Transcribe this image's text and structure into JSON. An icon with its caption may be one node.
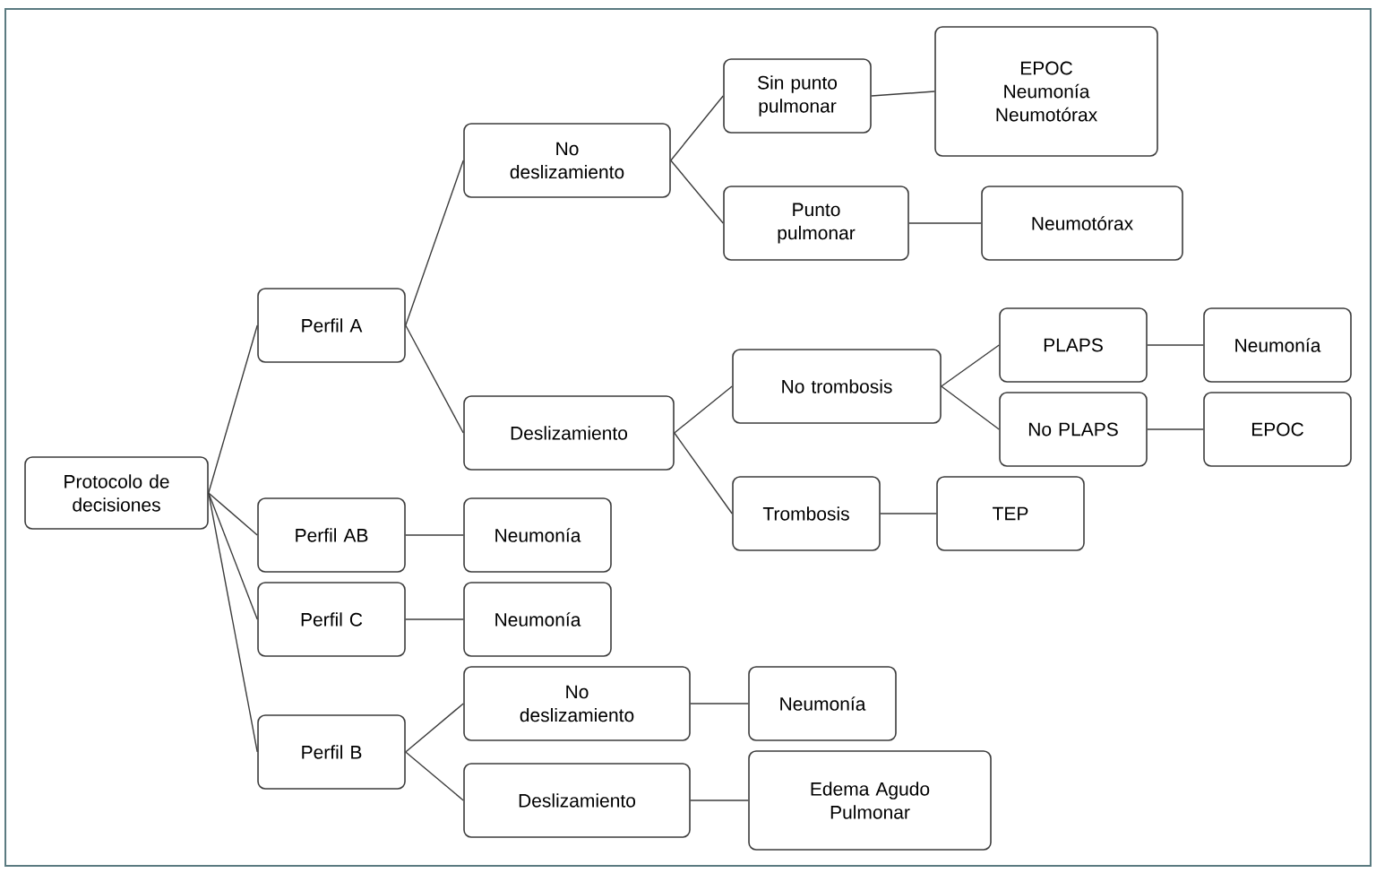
{
  "diagram": {
    "nodes": [
      {
        "text": [
          "Protocolo de decisiones"
        ]
      },
      {
        "text": [
          "Perfil A"
        ]
      },
      {
        "text": [
          "No deslizamiento"
        ]
      },
      {
        "text": [
          "Sin punto pulmonar"
        ]
      },
      {
        "text": [
          "EPOC",
          "Neumonía",
          "Neumotórax"
        ]
      },
      {
        "text": [
          "Punto pulmonar"
        ]
      },
      {
        "text": [
          "Neumotórax"
        ]
      },
      {
        "text": [
          "Deslizamiento"
        ]
      },
      {
        "text": [
          "No trombosis"
        ]
      },
      {
        "text": [
          "PLAPS"
        ]
      },
      {
        "text": [
          "Neumonía"
        ]
      },
      {
        "text": [
          "No PLAPS"
        ]
      },
      {
        "text": [
          "EPOC"
        ]
      },
      {
        "text": [
          "Trombosis"
        ]
      },
      {
        "text": [
          "TEP"
        ]
      },
      {
        "text": [
          "Perfil AB"
        ]
      },
      {
        "text": [
          "Neumonía"
        ]
      },
      {
        "text": [
          "Perfil C"
        ]
      },
      {
        "text": [
          "Neumonía"
        ]
      },
      {
        "text": [
          "Perfil B"
        ]
      },
      {
        "text": [
          "No deslizamiento"
        ]
      },
      {
        "text": [
          "Neumonía"
        ]
      },
      {
        "text": [
          "Deslizamiento"
        ]
      },
      {
        "text": [
          "Edema Agudo Pulmonar"
        ]
      }
    ],
    "edges": [
      {
        "from": 0,
        "to": 1,
        "arrow": "none"
      },
      {
        "from": 0,
        "to": 15,
        "arrow": "none"
      },
      {
        "from": 0,
        "to": 17,
        "arrow": "none"
      },
      {
        "from": 0,
        "to": 19,
        "arrow": "none"
      },
      {
        "from": 1,
        "to": 2,
        "arrow": "none"
      },
      {
        "from": 1,
        "to": 7,
        "arrow": "none"
      },
      {
        "from": 2,
        "to": 3,
        "arrow": "none"
      },
      {
        "from": 2,
        "to": 5,
        "arrow": "none"
      },
      {
        "from": 3,
        "to": 4,
        "arrow": "none"
      },
      {
        "from": 5,
        "to": 6,
        "arrow": "none"
      },
      {
        "from": 7,
        "to": 8,
        "arrow": "none"
      },
      {
        "from": 7,
        "to": 13,
        "arrow": "none"
      },
      {
        "from": 8,
        "to": 9,
        "arrow": "none"
      },
      {
        "from": 8,
        "to": 11,
        "arrow": "none"
      },
      {
        "from": 9,
        "to": 10,
        "arrow": "none"
      },
      {
        "from": 11,
        "to": 12,
        "arrow": "none"
      },
      {
        "from": 13,
        "to": 14,
        "arrow": "none"
      },
      {
        "from": 15,
        "to": 16,
        "arrow": "none"
      },
      {
        "from": 17,
        "to": 18,
        "arrow": "none"
      },
      {
        "from": 19,
        "to": 20,
        "arrow": "none"
      },
      {
        "from": 19,
        "to": 22,
        "arrow": "none"
      },
      {
        "from": 20,
        "to": 21,
        "arrow": "none"
      },
      {
        "from": 22,
        "to": 23,
        "arrow": "none"
      }
    ]
  }
}
